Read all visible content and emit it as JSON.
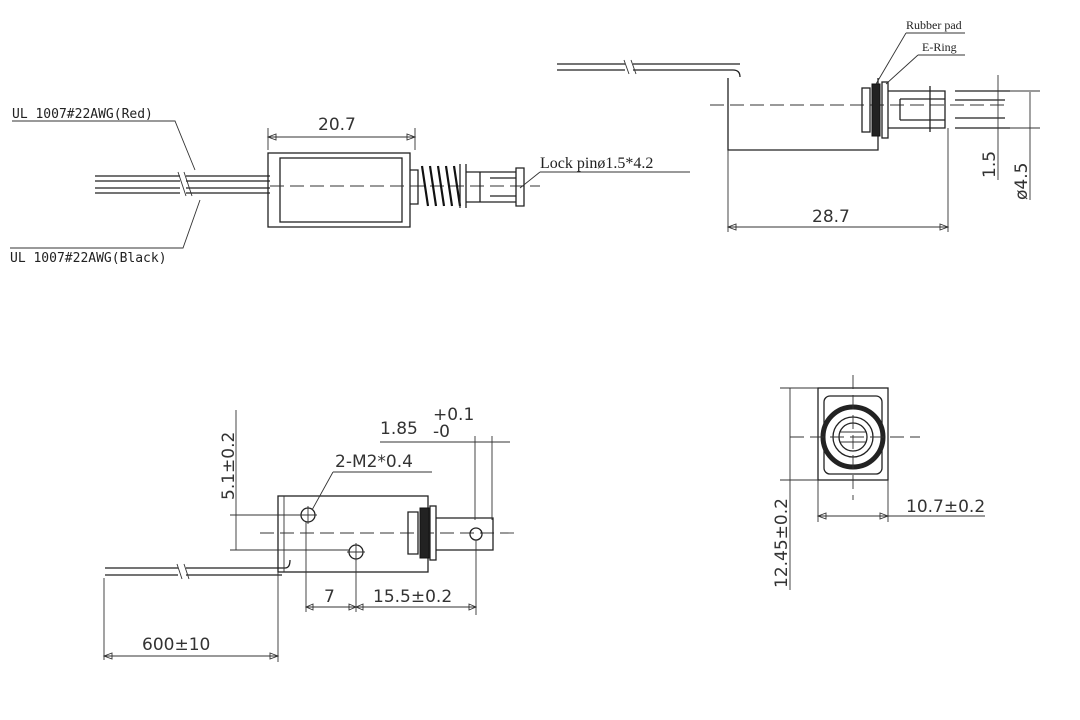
{
  "side_view": {
    "wire_red": "UL 1007#22AWG(Red)",
    "wire_black": "UL 1007#22AWG(Black)",
    "body_length": "20.7",
    "lock_pin": "Lock pinø1.5*4.2"
  },
  "top_right_view": {
    "rubber_pad": "Rubber pad",
    "e_ring": "E-Ring",
    "total_length": "28.7",
    "pin_width": "1.5",
    "pin_diameter": "ø4.5"
  },
  "bottom_view": {
    "hole_offset": "5.1±0.2",
    "slot_width": "1.85",
    "slot_tol_upper": "+0.1",
    "slot_tol_lower": "-0",
    "thread": "2-M2*0.4",
    "hole_spacing": "7",
    "hole_to_pin": "15.5±0.2",
    "wire_length": "600±10"
  },
  "end_view": {
    "height": "12.45±0.2",
    "width": "10.7±0.2"
  }
}
